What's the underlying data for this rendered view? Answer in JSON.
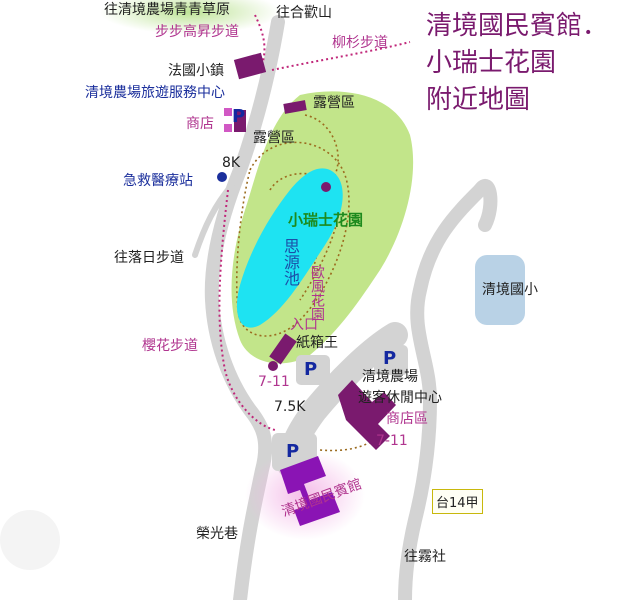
{
  "title": {
    "line1": "清境國民賓館．",
    "line2": "小瑞士花園",
    "line3": "附近地圖"
  },
  "labels": {
    "to_qingjing_farm": "往清境農場青青草原",
    "to_hehuanshan": "往合歡山",
    "bubu_trail": "步步高昇步道",
    "liushan_trail": "柳杉步道",
    "french_town": "法國小鎮",
    "farm_service_center": "清境農場旅遊服務中心",
    "shop": "商店",
    "camping_area_1": "露營區",
    "camping_area_2": "露營區",
    "km_8": "8K",
    "first_aid": "急救醫療站",
    "swiss_garden": "小瑞士花園",
    "siyuan_pond": "思源池",
    "european_garden": "歐風花園",
    "entrance": "入口",
    "to_sunset_trail": "往落日步道",
    "cherry_trail": "櫻花步道",
    "paper_box_king": "紙箱王",
    "seven_eleven_1": "7-11",
    "km_7_5": "7.5K",
    "farm_visitor_center_1": "清境農場",
    "farm_visitor_center_2": "遊客休閒中心",
    "shopping_area": "商店區",
    "seven_eleven_2": "7-11",
    "qingjing_elementary": "清境國小",
    "route_tai14jia": "台14甲",
    "rongguang_lane": "榮光巷",
    "qingjing_hostel": "清境國民賓館",
    "to_wushe": "往霧社"
  },
  "parking": {
    "p1": "P",
    "p2": "P",
    "p3": "P",
    "p4": "P"
  },
  "colors": {
    "park_green": "#c2e58a",
    "pond_cyan": "#1ee3f2",
    "road_gray": "#d3d3d3",
    "building_purple": "#7a1a6e",
    "hostel_purple": "#8a14b4",
    "trail_brown": "#9b6b1f",
    "trail_pink": "#c0287a",
    "school_blue": "#b9d2e6"
  }
}
